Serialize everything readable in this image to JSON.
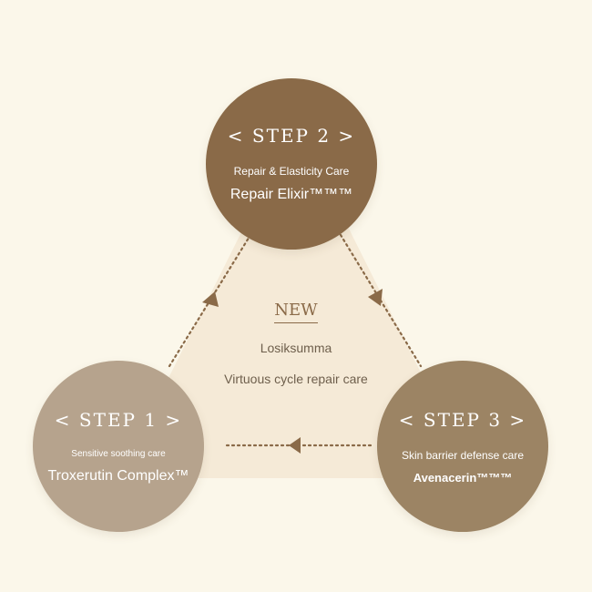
{
  "colors": {
    "background": "#fbf7ea",
    "triangle": "#f5ead7",
    "arrow": "#8a6a48",
    "step1": "#b6a38d",
    "step2": "#8a6a48",
    "step3": "#9c8464"
  },
  "center": {
    "badge": "NEW",
    "name": "Losiksumma",
    "description": "Virtuous cycle repair care"
  },
  "steps": [
    {
      "label": "< STEP 1 >",
      "care": "Sensitive soothing care",
      "product": "Troxerutin Complex™"
    },
    {
      "label": "< STEP 2 >",
      "care": "Repair & Elasticity Care",
      "product": "Repair Elixir™™™"
    },
    {
      "label": "< STEP 3 >",
      "care": "Skin barrier defense care",
      "product": "Avenacerin™™™"
    }
  ]
}
